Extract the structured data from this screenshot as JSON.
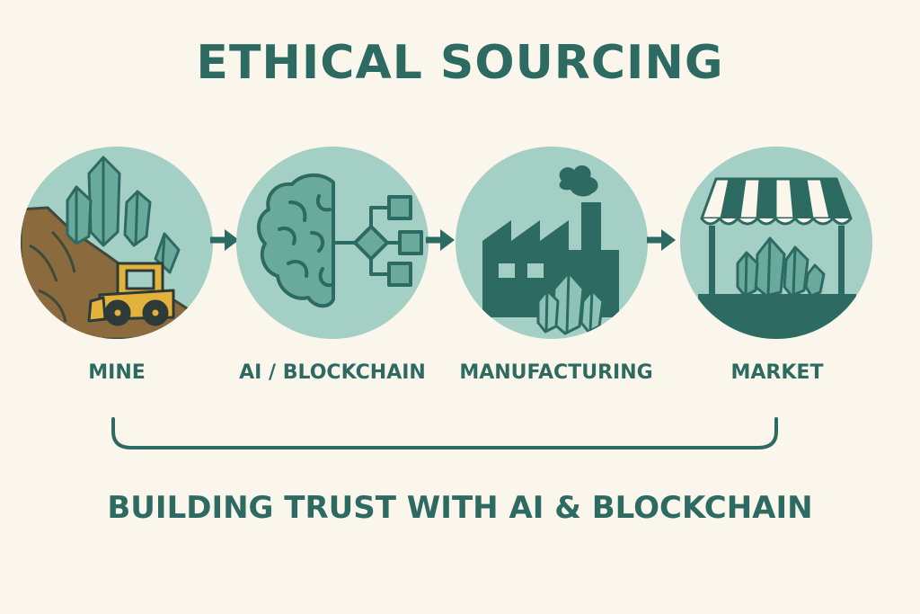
{
  "title": "ETHICAL SOURCING",
  "stages": [
    {
      "label": "MINE",
      "icon": "mine-with-crystals-and-bulldozer-icon"
    },
    {
      "label": "AI / BLOCKCHAIN",
      "icon": "brain-with-blockchain-nodes-icon"
    },
    {
      "label": "MANUFACTURING",
      "icon": "factory-with-crystals-icon"
    },
    {
      "label": "MARKET",
      "icon": "market-stall-with-crystals-icon"
    }
  ],
  "subtitle": "BUILDING TRUST WITH AI & BLOCKCHAIN",
  "colors": {
    "background": "#faf6ec",
    "primary": "#2d6a62",
    "circle": "#a4cfc4",
    "crystal": "#6aaa9c",
    "earth": "#8b6a3e",
    "bulldozer": "#e2b23a"
  }
}
